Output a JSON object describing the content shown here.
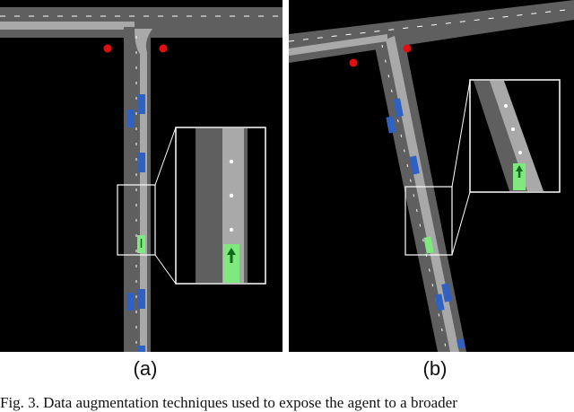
{
  "figure": {
    "panels": [
      {
        "id": "a",
        "label": "(a)",
        "description_icons": [
          "road-intersection",
          "ego-vehicle",
          "zoom-inset"
        ]
      },
      {
        "id": "b",
        "label": "(b)",
        "description_icons": [
          "rotated-road-intersection",
          "ego-vehicle",
          "zoom-inset"
        ]
      }
    ],
    "caption": "Fig. 3.  Data augmentation techniques used to expose the agent to a broader"
  },
  "colors": {
    "background": "#000000",
    "road": "#5f5f5f",
    "lane_highlight": "#a9a9a9",
    "other_vehicle": "#3060c0",
    "ego_vehicle": "#7fe87f",
    "ego_arrow": "#0f6a1a",
    "stop_marker": "#e01010",
    "inset_border": "#ffffff"
  }
}
